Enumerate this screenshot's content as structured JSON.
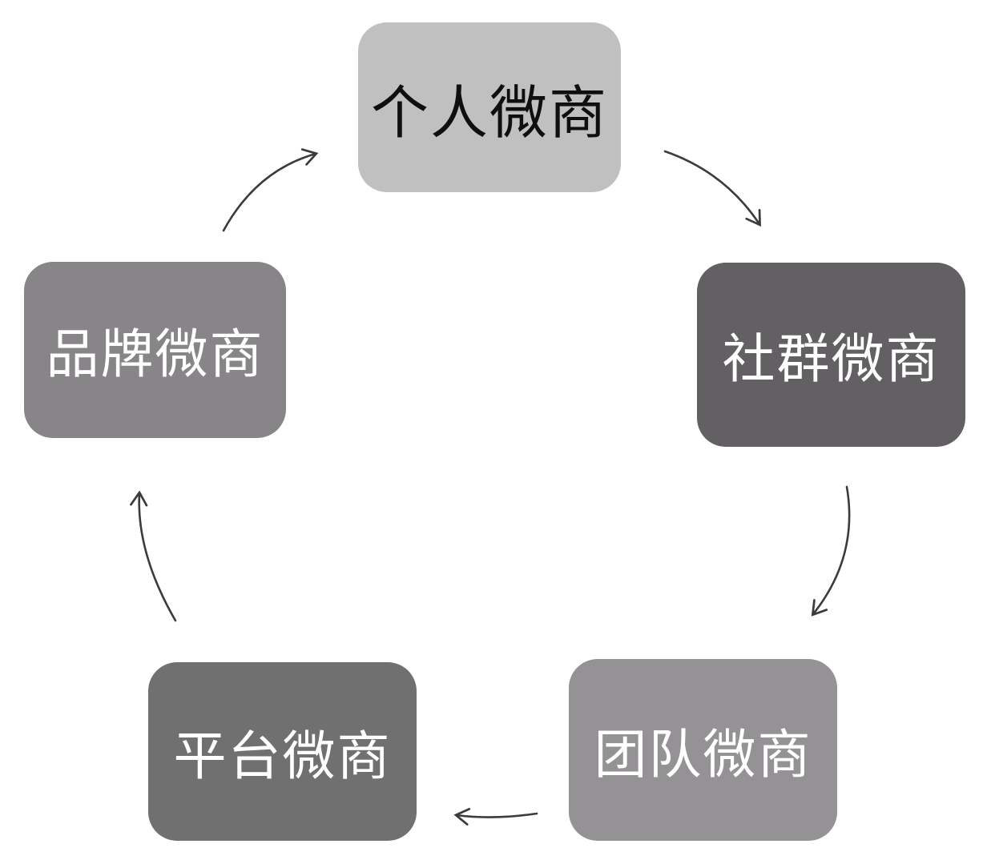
{
  "diagram": {
    "type": "cycle",
    "nodes": [
      {
        "id": "personal",
        "label": "个人微商",
        "bg": "#c0c0c0",
        "text_color": "#0f0f0f",
        "position": "top"
      },
      {
        "id": "community",
        "label": "社群微商",
        "bg": "#626062",
        "text_color": "#ffffff",
        "position": "right"
      },
      {
        "id": "team",
        "label": "团队微商",
        "bg": "#949294",
        "text_color": "#ffffff",
        "position": "bottom-right"
      },
      {
        "id": "platform",
        "label": "平台微商",
        "bg": "#707070",
        "text_color": "#ffffff",
        "position": "bottom-left"
      },
      {
        "id": "brand",
        "label": "品牌微商",
        "bg": "#878587",
        "text_color": "#ffffff",
        "position": "left"
      }
    ],
    "edges": [
      {
        "from": "个人微商",
        "to": "社群微商"
      },
      {
        "from": "社群微商",
        "to": "团队微商"
      },
      {
        "from": "团队微商",
        "to": "平台微商"
      },
      {
        "from": "平台微商",
        "to": "品牌微商"
      },
      {
        "from": "品牌微商",
        "to": "个人微商"
      }
    ],
    "arrow_color": "#3b3b3b",
    "arrow_style": "thin curved line with open V arrowhead"
  }
}
